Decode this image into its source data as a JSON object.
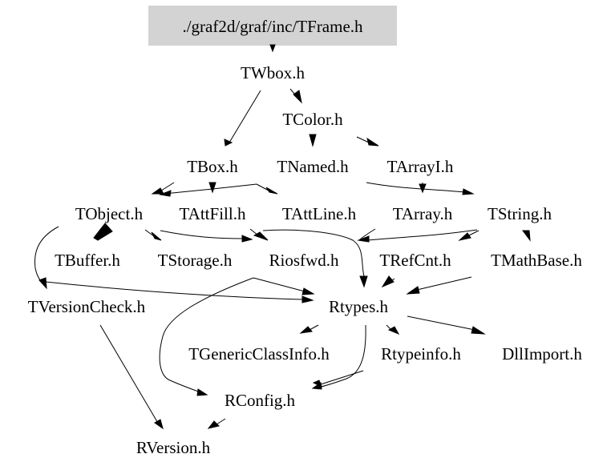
{
  "graph": {
    "title": "./graf2d/graf/inc/TFrame.h",
    "colors": {
      "root_fill": "#d3d3d3",
      "edge": "#000000",
      "text": "#000000",
      "background": "#ffffff"
    },
    "nodes": [
      {
        "id": "root",
        "label": "./graf2d/graf/inc/TFrame.h"
      },
      {
        "id": "TWbox",
        "label": "TWbox.h"
      },
      {
        "id": "TColor",
        "label": "TColor.h"
      },
      {
        "id": "TBox",
        "label": "TBox.h"
      },
      {
        "id": "TNamed",
        "label": "TNamed.h"
      },
      {
        "id": "TArrayI",
        "label": "TArrayI.h"
      },
      {
        "id": "TObject",
        "label": "TObject.h"
      },
      {
        "id": "TAttFill",
        "label": "TAttFill.h"
      },
      {
        "id": "TAttLine",
        "label": "TAttLine.h"
      },
      {
        "id": "TArray",
        "label": "TArray.h"
      },
      {
        "id": "TString",
        "label": "TString.h"
      },
      {
        "id": "TBuffer",
        "label": "TBuffer.h"
      },
      {
        "id": "TStorage",
        "label": "TStorage.h"
      },
      {
        "id": "Riosfwd",
        "label": "Riosfwd.h"
      },
      {
        "id": "TRefCnt",
        "label": "TRefCnt.h"
      },
      {
        "id": "TMathBase",
        "label": "TMathBase.h"
      },
      {
        "id": "TVersionCheck",
        "label": "TVersionCheck.h"
      },
      {
        "id": "Rtypes",
        "label": "Rtypes.h"
      },
      {
        "id": "TGenericClassInfo",
        "label": "TGenericClassInfo.h"
      },
      {
        "id": "Rtypeinfo",
        "label": "Rtypeinfo.h"
      },
      {
        "id": "DllImport",
        "label": "DllImport.h"
      },
      {
        "id": "RConfig",
        "label": "RConfig.h"
      },
      {
        "id": "RVersion",
        "label": "RVersion.h"
      }
    ],
    "edges": [
      {
        "from": "root",
        "to": "TWbox"
      },
      {
        "from": "TWbox",
        "to": "TColor"
      },
      {
        "from": "TWbox",
        "to": "TBox"
      },
      {
        "from": "TColor",
        "to": "TNamed"
      },
      {
        "from": "TColor",
        "to": "TArrayI"
      },
      {
        "from": "TBox",
        "to": "TObject"
      },
      {
        "from": "TBox",
        "to": "TAttFill"
      },
      {
        "from": "TBox",
        "to": "TAttLine"
      },
      {
        "from": "TNamed",
        "to": "TObject"
      },
      {
        "from": "TNamed",
        "to": "TString"
      },
      {
        "from": "TArrayI",
        "to": "TArray"
      },
      {
        "from": "TObject",
        "to": "TBuffer"
      },
      {
        "from": "TObject",
        "to": "TStorage"
      },
      {
        "from": "TObject",
        "to": "Riosfwd"
      },
      {
        "from": "TObject",
        "to": "TVersionCheck"
      },
      {
        "from": "TObject",
        "to": "Rtypes"
      },
      {
        "from": "TAttFill",
        "to": "Riosfwd"
      },
      {
        "from": "TAttLine",
        "to": "Rtypes"
      },
      {
        "from": "TArray",
        "to": "Rtypes"
      },
      {
        "from": "TString",
        "to": "Riosfwd"
      },
      {
        "from": "TString",
        "to": "TRefCnt"
      },
      {
        "from": "TString",
        "to": "TMathBase"
      },
      {
        "from": "TRefCnt",
        "to": "Rtypes"
      },
      {
        "from": "TMathBase",
        "to": "Rtypes"
      },
      {
        "from": "Riosfwd",
        "to": "RConfig"
      },
      {
        "from": "TStorage",
        "to": "Rtypes"
      },
      {
        "from": "TVersionCheck",
        "to": "RVersion"
      },
      {
        "from": "Rtypes",
        "to": "TGenericClassInfo"
      },
      {
        "from": "Rtypes",
        "to": "Rtypeinfo"
      },
      {
        "from": "Rtypes",
        "to": "DllImport"
      },
      {
        "from": "Rtypes",
        "to": "RConfig"
      },
      {
        "from": "Rtypeinfo",
        "to": "RConfig"
      },
      {
        "from": "RConfig",
        "to": "RVersion"
      }
    ]
  }
}
